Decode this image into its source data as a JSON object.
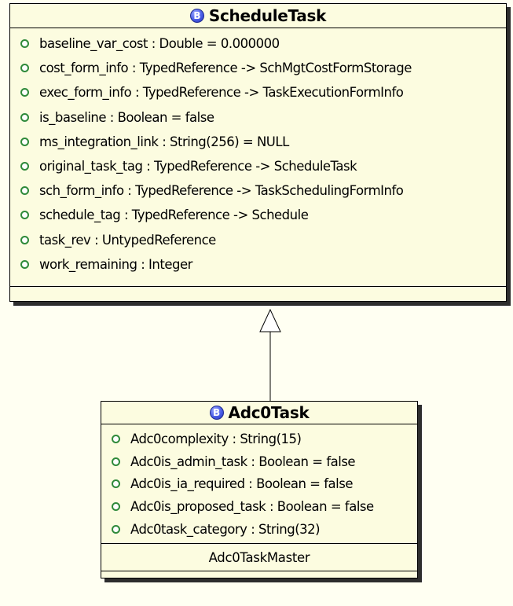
{
  "classes": [
    {
      "stereotype_icon": "B",
      "name": "ScheduleTask",
      "attributes": [
        "baseline_var_cost : Double = 0.000000",
        "cost_form_info : TypedReference -> SchMgtCostFormStorage",
        "exec_form_info : TypedReference -> TaskExecutionFormInfo",
        "is_baseline : Boolean = false",
        "ms_integration_link : String(256) = NULL",
        "original_task_tag : TypedReference -> ScheduleTask",
        "sch_form_info : TypedReference -> TaskSchedulingFormInfo",
        "schedule_tag : TypedReference -> Schedule",
        "task_rev : UntypedReference",
        "work_remaining : Integer"
      ],
      "operations": []
    },
    {
      "stereotype_icon": "B",
      "name": "Adc0Task",
      "attributes": [
        "Adc0complexity : String(15)",
        "Adc0is_admin_task : Boolean = false",
        "Adc0is_ia_required : Boolean = false",
        "Adc0is_proposed_task : Boolean = false",
        "Adc0task_category : String(32)"
      ],
      "operations": [
        "Adc0TaskMaster"
      ]
    }
  ],
  "relationship": {
    "type": "generalization",
    "from": "Adc0Task",
    "to": "ScheduleTask"
  },
  "colors": {
    "background": "#fffff2",
    "class_fill": "#fcfce0",
    "badge": "#4a5de6",
    "attribute_dot": "#2f8a3a"
  }
}
